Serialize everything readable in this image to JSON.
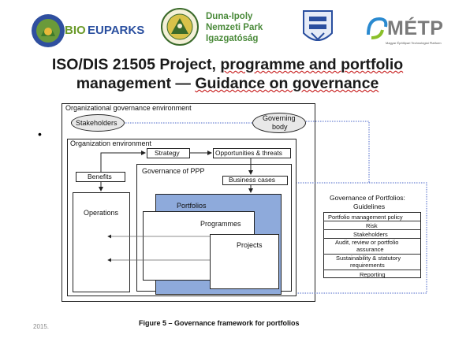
{
  "logos": {
    "bioeuparks": {
      "prefix": "BIO",
      "suffix": "EUPARKS"
    },
    "duna_ipoly": {
      "line1": "Duna-Ipoly",
      "line2": "Nemzeti Park",
      "line3": "Igazgatóság"
    },
    "metp": {
      "name": "MÉTP",
      "sub": "Magyar Építőipari Technológiai Platform"
    }
  },
  "title": {
    "line1_part1": "ISO/DIS 21505 Project, ",
    "line1_part2": "programme and portfolio",
    "line2_part1": "management — ",
    "line2_part2": "Guidance on governance"
  },
  "bullet": "•",
  "diagram": {
    "outer_label": "Organizational governance environment",
    "stakeholders": "Stakeholders",
    "governing_body_1": "Governing",
    "governing_body_2": "body",
    "org_env": "Organization environment",
    "strategy": "Strategy",
    "opportunities": "Opportunities & threats",
    "benefits": "Benefits",
    "operations": "Operations",
    "governance_ppp": "Governance of PPP",
    "business_cases": "Business cases",
    "portfolios": "Portfolios",
    "programmes": "Programmes",
    "projects": "Projects",
    "guidelines_title_1": "Governance of Portfolios:",
    "guidelines_title_2": "Guidelines",
    "guidelines": [
      "Portfolio management policy",
      "Risk",
      "Stakeholders",
      "Audit, review or portfolio",
      "assurance",
      "Sustainability & statutory",
      "requirements",
      "Reporting"
    ]
  },
  "caption": "Figure 5 – Governance framework for portfolios",
  "footer_year": "2015.",
  "colors": {
    "portfolio_fill": "#8eaadb",
    "dotted_line": "#4a66c8",
    "title_underline": "#c00000"
  }
}
